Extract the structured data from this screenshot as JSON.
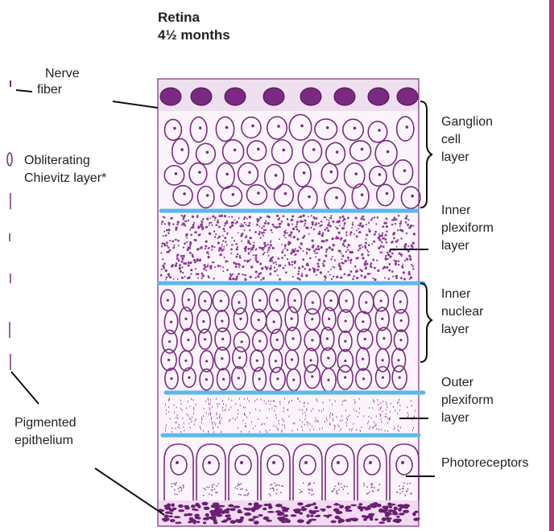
{
  "title": {
    "line1": "Retina",
    "line2": "4½ months"
  },
  "labels": {
    "nerve_fiber": [
      "Nerve",
      "fiber"
    ],
    "chievitz": [
      "Obliterating",
      "Chievitz layer*"
    ],
    "pigmented": [
      "Pigmented",
      "epithelium"
    ],
    "ganglion": [
      "Ganglion",
      "cell",
      "layer"
    ],
    "inner_plexiform": [
      "Inner",
      "plexiform",
      "layer"
    ],
    "inner_nuclear": [
      "Inner",
      "nuclear",
      "layer"
    ],
    "outer_plexiform": [
      "Outer",
      "plexiform",
      "layer"
    ],
    "photoreceptors": "Photoreceptors"
  },
  "colors": {
    "stain": "#7a2a80",
    "stain_light": "#b58ab8",
    "boundary": "#5ab8ec",
    "frame": "#b3347a"
  }
}
